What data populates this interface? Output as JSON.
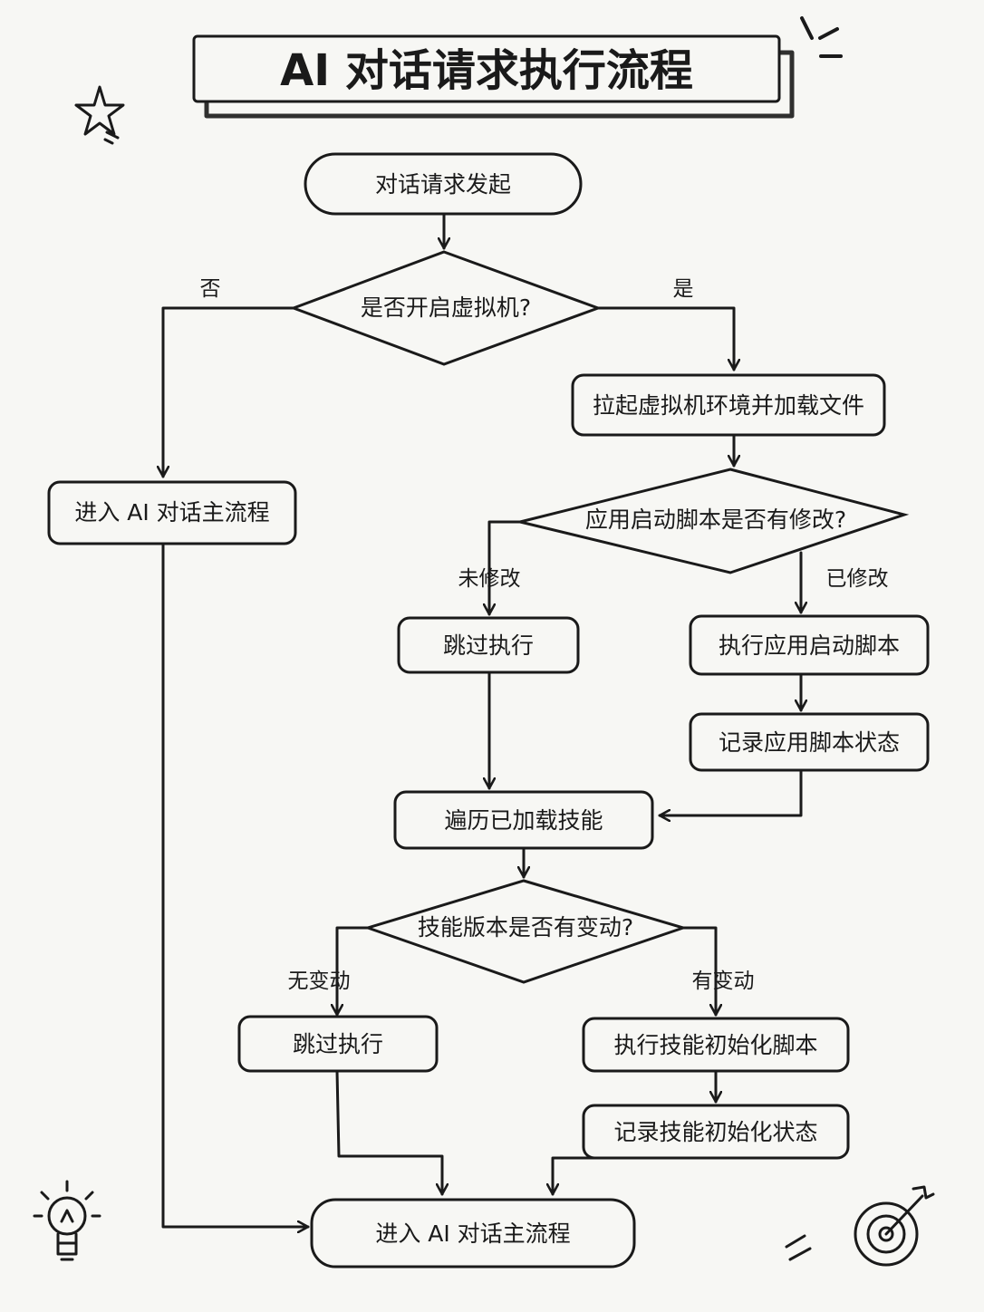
{
  "title": "AI 对话请求执行流程",
  "nodes": {
    "start": "对话请求发起",
    "vm_decision": "是否开启虚拟机?",
    "main_left": "进入 AI 对话主流程",
    "pull_vm": "拉起虚拟机环境并加载文件",
    "script_decision": "应用启动脚本是否有修改?",
    "skip1": "跳过执行",
    "exec_script": "执行应用启动脚本",
    "record_script": "记录应用脚本状态",
    "iterate_skills": "遍历已加载技能",
    "skill_decision": "技能版本是否有变动?",
    "skip2": "跳过执行",
    "exec_skill_init": "执行技能初始化脚本",
    "record_skill": "记录技能初始化状态",
    "main_end": "进入 AI 对话主流程"
  },
  "edges": {
    "vm_no": "否",
    "vm_yes": "是",
    "script_unmodified": "未修改",
    "script_modified": "已修改",
    "skill_unchanged": "无变动",
    "skill_changed": "有变动"
  },
  "icons": [
    "star-icon",
    "lightbulb-icon",
    "target-icon",
    "spark-lines-icon"
  ]
}
